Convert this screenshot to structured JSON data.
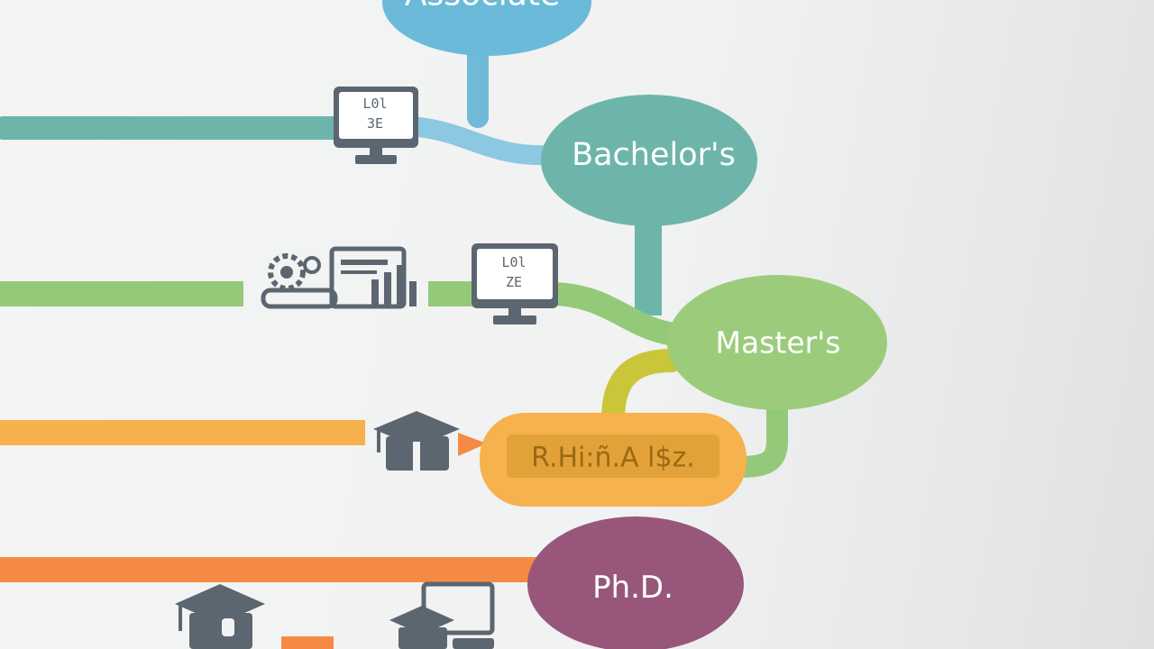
{
  "nodes": {
    "associate": {
      "label": "Associate",
      "color": "#6bbad9"
    },
    "bachelors": {
      "label": "Bachelor's",
      "color": "#6db5ab"
    },
    "masters": {
      "label": "Master's",
      "color": "#9ccc7b"
    },
    "garbled": {
      "label": "R.Hi:ñ.A l$z.",
      "color": "#f5b04a",
      "inner_color": "#e09b33"
    },
    "phd": {
      "label": "Ph.D.",
      "color": "#98577a"
    }
  },
  "tracks": {
    "teal": "#6db5ab",
    "green": "#94c97a",
    "orange": "#f6b14c",
    "deep_orange": "#f58a45",
    "blue": "#7fc0dd",
    "olive": "#c9c63a"
  },
  "icons": {
    "monitor_text_line1": "L0l",
    "monitor_text_line2": "3E",
    "monitor2_text_line1": "L0l",
    "monitor2_text_line2": "ZE",
    "icon_color": "#5c6670"
  }
}
